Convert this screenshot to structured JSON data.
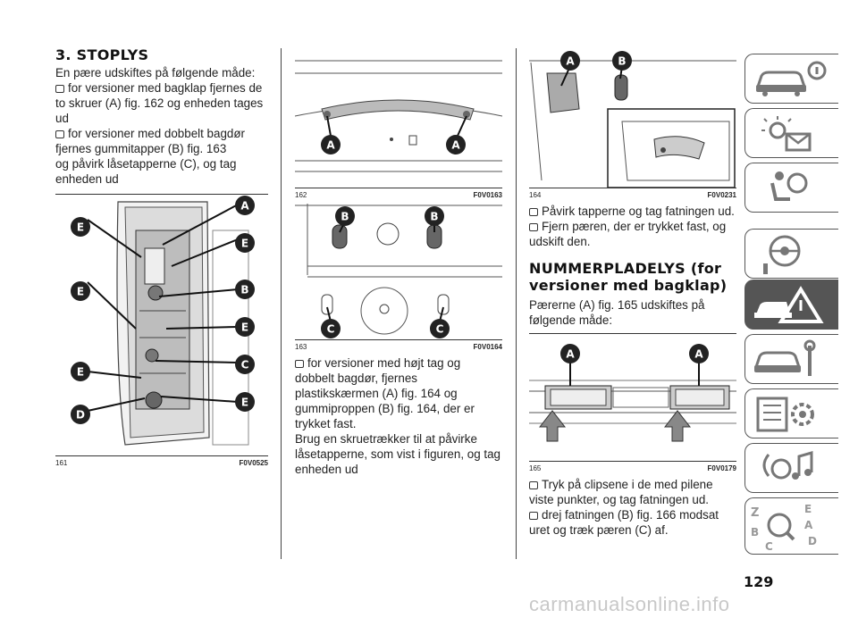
{
  "col1": {
    "heading": "3. STOPLYS",
    "intro": "En pære udskiftes på følgende måde:",
    "bullet1": "for versioner med bagklap fjernes de to skruer (A) fig. 162 og enheden tages ud",
    "bullet2": "for versioner med dobbelt bagdør fjernes gummitapper (B) fig. 163",
    "plain": "og påvirk låsetapperne (C), og tag enheden ud",
    "fig": {
      "num": "161",
      "code": "F0V0525",
      "labels_left": [
        "E",
        "E",
        "E",
        "D"
      ],
      "labels_right": [
        "A",
        "E",
        "B",
        "E",
        "C",
        "E"
      ]
    }
  },
  "col2": {
    "fig162": {
      "num": "162",
      "code": "F0V0163",
      "labels": [
        "A",
        "A"
      ]
    },
    "fig163": {
      "num": "163",
      "code": "F0V0164",
      "labels_top": [
        "B",
        "B"
      ],
      "labels_bottom": [
        "C",
        "C"
      ]
    },
    "bullet1": "for versioner med højt tag og dobbelt bagdør, fjernes plastikskærmen (A) fig. 164 og gummiproppen (B) fig. 164, der er trykket fast.",
    "plain": "Brug en skruetrækker til at påvirke låsetapperne, som vist i figuren, og tag enheden ud"
  },
  "col3": {
    "fig164": {
      "num": "164",
      "code": "F0V0231",
      "labels": [
        "A",
        "B"
      ]
    },
    "bullet1": "Påvirk tapperne og tag fatningen ud.",
    "bullet2": "Fjern pæren, der er trykket fast, og udskift den.",
    "heading": "NUMMERPLADELYS (for versioner med bagklap)",
    "intro": "Pærerne (A) fig. 165 udskiftes på følgende måde:",
    "fig165": {
      "num": "165",
      "code": "F0V0179",
      "labels": [
        "A",
        "A"
      ]
    },
    "bullet3": "Tryk på clipsene i de med pilene viste punkter, og tag fatningen ud.",
    "bullet4": "drej fatningen (B) fig. 166 modsat uret og træk pæren (C) af."
  },
  "sidebar": {
    "tabs": [
      {
        "icon": "car-info-icon",
        "active": false
      },
      {
        "icon": "light-mail-icon",
        "active": false
      },
      {
        "icon": "airbag-seat-icon",
        "active": false
      },
      {
        "icon": "steering-key-icon",
        "active": false
      },
      {
        "icon": "breakdown-warning-icon",
        "active": true
      },
      {
        "icon": "car-wrench-icon",
        "active": false
      },
      {
        "icon": "data-gear-icon",
        "active": false
      },
      {
        "icon": "media-music-icon",
        "active": false
      },
      {
        "icon": "alphabet-index-icon",
        "active": false
      }
    ],
    "zletters": [
      "Z",
      "E",
      "B",
      "A",
      "C",
      "D"
    ]
  },
  "page_number": "129",
  "watermark": "carmanualsonline.info",
  "colors": {
    "text": "#1a1a1a",
    "tab_border": "#555555",
    "tab_active": "#555555",
    "figure_label": "#222222"
  }
}
